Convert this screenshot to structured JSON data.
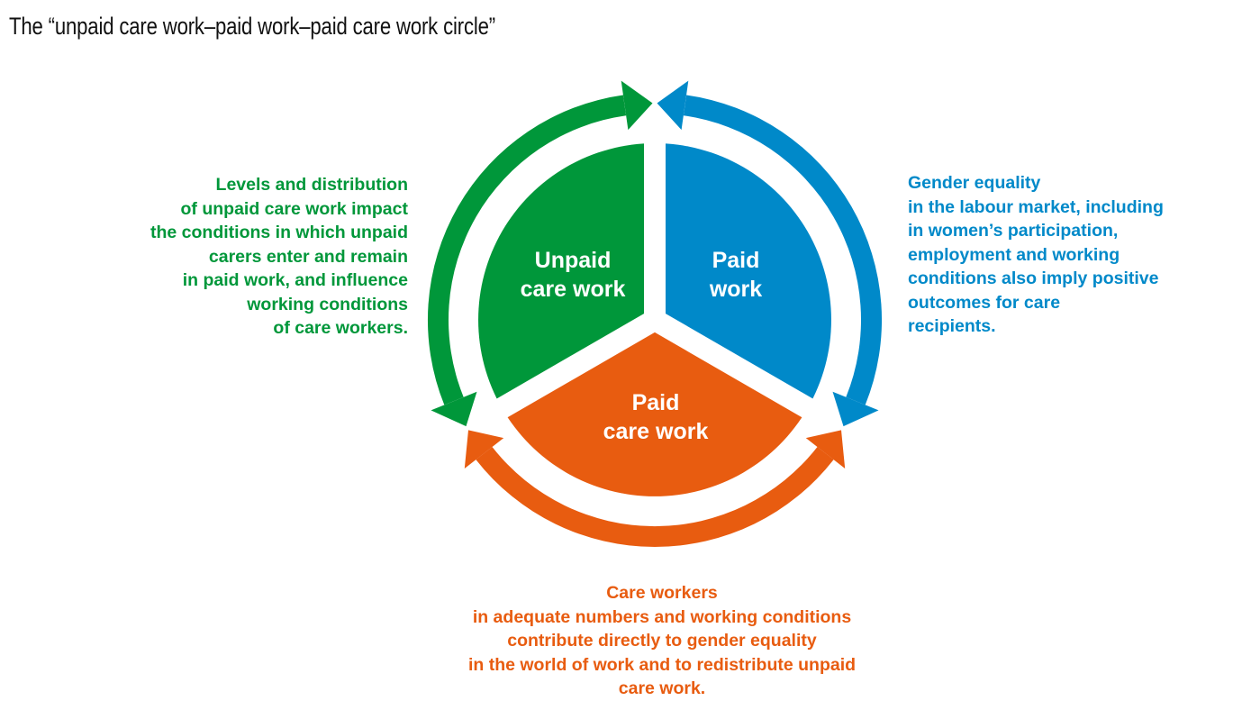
{
  "title": "The “unpaid care work–paid work–paid care work circle”",
  "colors": {
    "green": "#00973A",
    "blue": "#0089C9",
    "orange": "#E85C10"
  },
  "segments": {
    "unpaid_care_work": {
      "line1": "Unpaid",
      "line2": "care work"
    },
    "paid_work": {
      "line1": "Paid",
      "line2": "work"
    },
    "paid_care_work": {
      "line1": "Paid",
      "line2": "care work"
    }
  },
  "descriptions": {
    "left": [
      "Levels and distribution",
      "of unpaid care work impact",
      "the conditions in which unpaid",
      "carers enter and remain",
      "in paid work, and influence",
      "working conditions",
      "of care workers."
    ],
    "right": [
      "Gender equality",
      "in the labour market, including",
      "in women’s participation,",
      "employment and working",
      "conditions also imply positive",
      "outcomes for care",
      "recipients."
    ],
    "bottom": [
      "Care workers",
      "in adequate numbers and working conditions",
      "contribute directly to gender equality",
      "in the world of work and to redistribute unpaid",
      "care work."
    ]
  }
}
